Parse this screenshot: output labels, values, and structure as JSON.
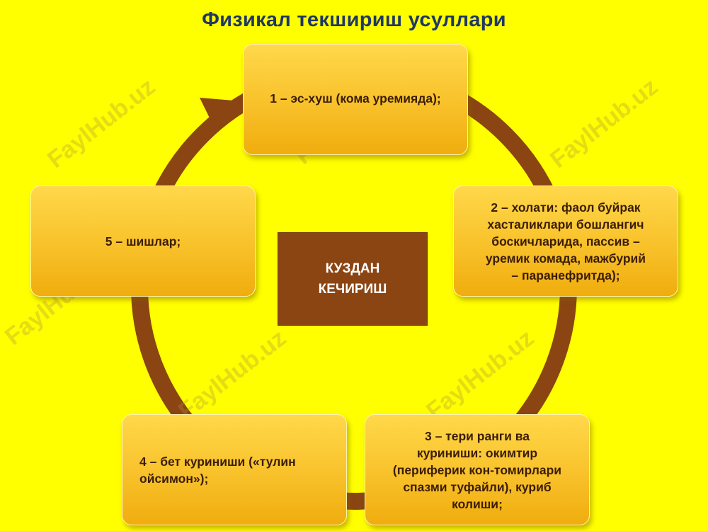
{
  "title": "Физикал текшириш усуллари",
  "center_label": "КУЗДАН\nКЕЧИРИШ",
  "items": [
    {
      "label": "1 – эс-хуш (кома уремияда);"
    },
    {
      "label": "2 – холати: фаол буйрак\nхасталиклари бошлангич\nбоскичларида, пассив –\nуремик комада,  мажбурий\n– паранефритда);"
    },
    {
      "label": "3 – тери ранги ва\nкуриниши:  окимтир\n(периферик кон-томирлари\nспазми туфайли), куриб\nколиши;"
    },
    {
      "label": "4 –  бет куриниши  («тулин\nойсимон»);"
    },
    {
      "label": "5 – шишлар;"
    }
  ],
  "watermark": "FaylHub.uz",
  "colors": {
    "background": "#ffff00",
    "title": "#1f3864",
    "box": "#f8c12a",
    "ring": "#8b4513",
    "center_box": "#8b4513"
  }
}
